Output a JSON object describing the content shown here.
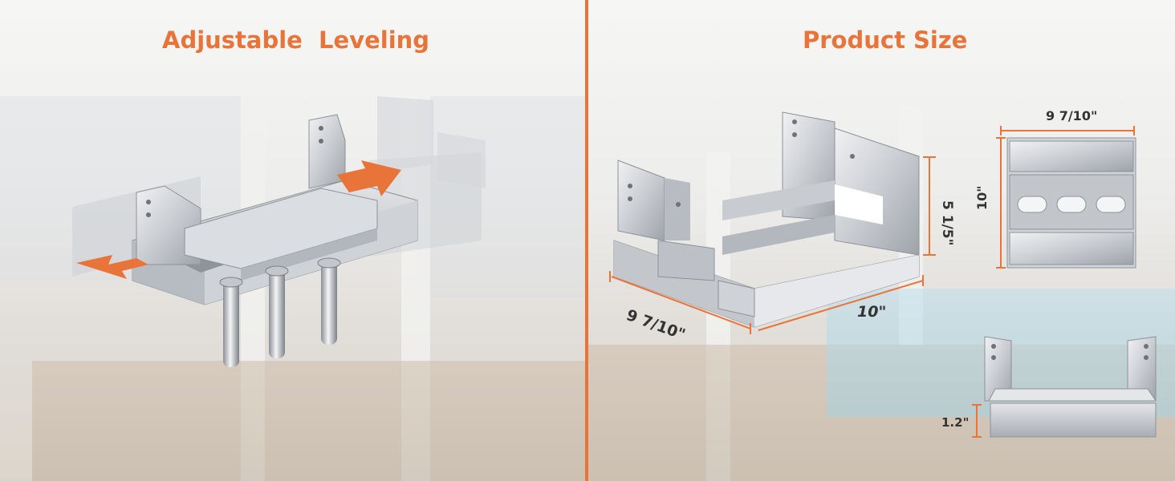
{
  "headings": {
    "left": "Adjustable  Leveling",
    "right": "Product Size"
  },
  "dimensions": {
    "main_depth": "9 7/10\"",
    "main_width": "10\"",
    "main_height": "5 1/5\"",
    "top_view_width": "9 7/10\"",
    "top_view_height": "10\"",
    "side_view_height": "1.2\""
  },
  "colors": {
    "accent": "#e8743a",
    "metal_light": "#e6e8ea",
    "metal_mid": "#bfc3c8",
    "metal_dark": "#8d9299"
  },
  "icons": [
    "left-arrow-icon",
    "right-arrow-icon",
    "anchor-bolt-icon"
  ]
}
